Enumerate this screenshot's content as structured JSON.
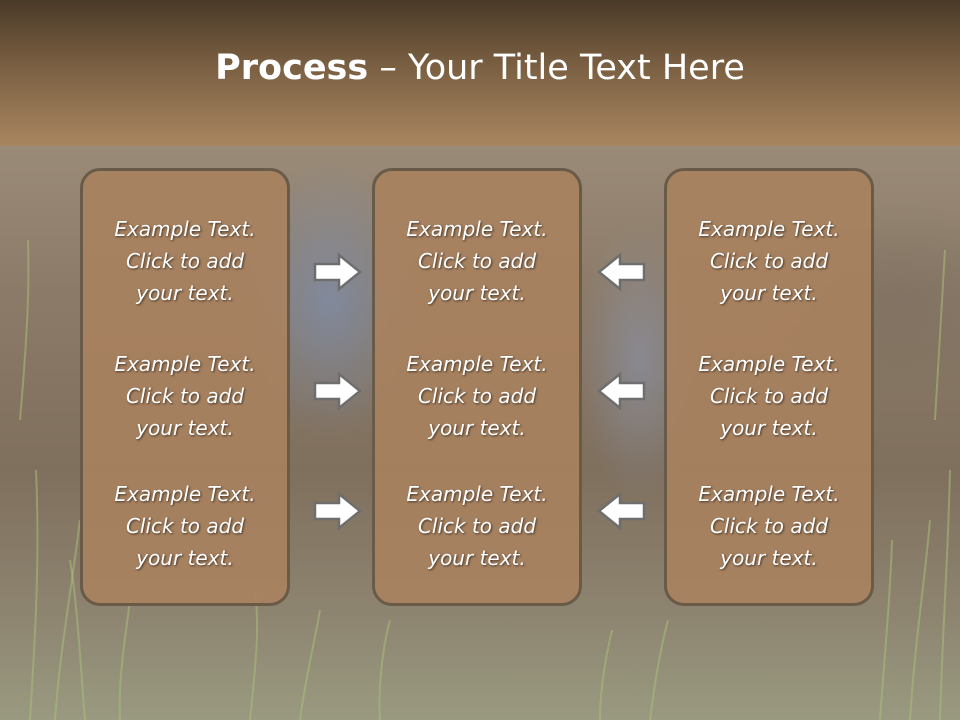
{
  "slide": {
    "title_bold": "Process",
    "title_rest": " – Your Title Text Here"
  },
  "columns": [
    {
      "items": [
        {
          "line1": "Example Text.",
          "line2": "Click  to add",
          "line3": "your text."
        },
        {
          "line1": "Example Text.",
          "line2": "Click  to add",
          "line3": "your text."
        },
        {
          "line1": "Example Text.",
          "line2": "Click  to add",
          "line3": "your text."
        }
      ]
    },
    {
      "items": [
        {
          "line1": "Example Text.",
          "line2": "Click  to add",
          "line3": "your text."
        },
        {
          "line1": "Example Text.",
          "line2": "Click  to add",
          "line3": "your text."
        },
        {
          "line1": "Example Text.",
          "line2": "Click  to add",
          "line3": "your text."
        }
      ]
    },
    {
      "items": [
        {
          "line1": "Example Text.",
          "line2": "Click  to add",
          "line3": "your text."
        },
        {
          "line1": "Example Text.",
          "line2": "Click  to add",
          "line3": "your text."
        },
        {
          "line1": "Example Text.",
          "line2": "Click  to add",
          "line3": "your text."
        }
      ]
    }
  ],
  "arrows": {
    "left_group": "right-arrow-icon",
    "right_group": "left-arrow-icon"
  },
  "colors": {
    "panel_fill": "#aa825f",
    "panel_border": "#6a5a48",
    "title_bar": "#7a5f42",
    "arrow_fill": "#ffffff",
    "arrow_stroke": "#6e6e6e"
  }
}
